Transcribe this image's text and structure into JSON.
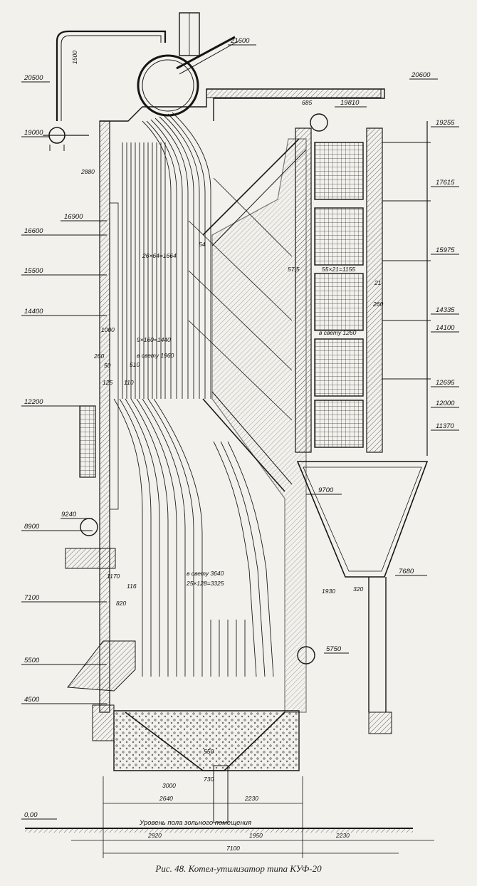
{
  "caption": "Рис. 48. Котел-утилизатор типа КУФ-20",
  "floor_label": "Уровень пола зольного помещения",
  "elevations_left": [
    "20500",
    "19000",
    "16900",
    "16600",
    "15500",
    "14400",
    "12200",
    "9240",
    "8900",
    "7100",
    "5500",
    "4500",
    "0,00"
  ],
  "elevations_right": [
    "21600",
    "20600",
    "19810",
    "19255",
    "17615",
    "15975",
    "14335",
    "14100",
    "12695",
    "12000",
    "11370",
    "9700",
    "7680",
    "5750"
  ],
  "dimension_labels": {
    "drum_height": "1500",
    "drum_offset": "2880",
    "tube_pitch_upper": "26×64=1664",
    "tube_pitch_mid": "9×160=1440",
    "clear_width_mid": "в свету 1960",
    "tube_pitch_right": "55×21=1155",
    "clear_width_right": "в свету 1260",
    "clear_width_low": "в свету 3640",
    "tube_pitch_low": "25×128=3325",
    "wall_1000": "1000",
    "wall_260": "260",
    "wall_50": "50",
    "wall_125": "125",
    "wall_110": "110",
    "wall_1170": "1170",
    "wall_116": "116",
    "wall_820": "820",
    "gap_1930": "1930",
    "gap_320": "320",
    "col_510": "510",
    "col_575": "57,5",
    "col_54": "54",
    "col_685": "685",
    "col_260b": "260",
    "col_21": "21",
    "hopper_550": "550",
    "hopper_730": "730",
    "hopper_3000": "3000",
    "base_2640": "2640",
    "base_2230": "2230",
    "bottom_2920": "2920",
    "bottom_1950": "1950",
    "bottom_2230": "2230",
    "bottom_7100": "7100"
  }
}
